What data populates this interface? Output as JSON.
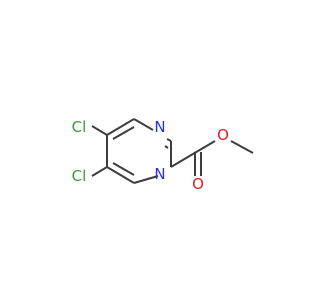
{
  "diagram": {
    "type": "skeletal-structure",
    "bond_color": "#3d3d3d",
    "atoms": [
      {
        "id": "Cl5",
        "label": "Cl",
        "color": "#32a032"
      },
      {
        "id": "Cl4",
        "label": "Cl",
        "color": "#32a032"
      },
      {
        "id": "N1",
        "label": "N",
        "color": "#2f2fd6"
      },
      {
        "id": "N3",
        "label": "N",
        "color": "#2f2fd6"
      },
      {
        "id": "O_ester",
        "label": "O",
        "color": "#e02020"
      },
      {
        "id": "O_carbonyl",
        "label": "O",
        "color": "#e02020"
      }
    ]
  }
}
